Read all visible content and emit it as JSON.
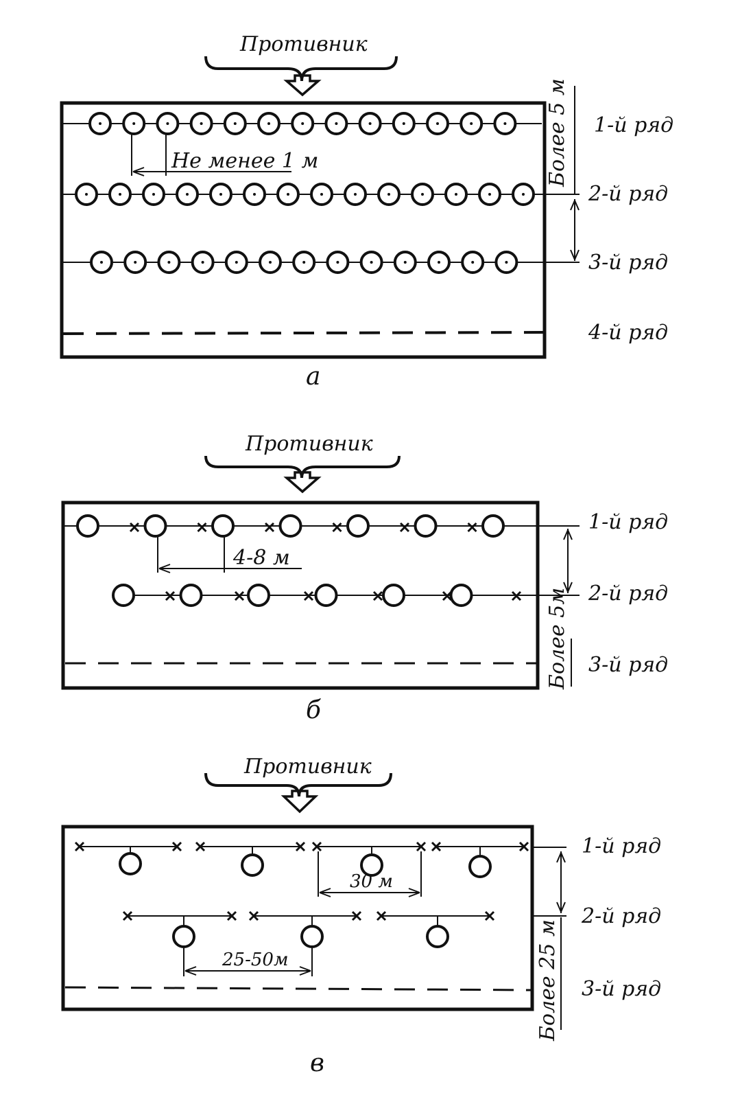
{
  "panels": [
    {
      "id": "a",
      "enemy_label": "Противник",
      "caption": "а",
      "rows": [
        "1-й ряд",
        "2-й ряд",
        "3-й ряд",
        "4-й ряд"
      ],
      "spacing_label": "Не менее 1 м",
      "depth_label": "Более 5 м"
    },
    {
      "id": "b",
      "enemy_label": "Противник",
      "caption": "б",
      "rows": [
        "1-й ряд",
        "2-й ряд",
        "3-й ряд"
      ],
      "spacing_label": "4-8 м",
      "depth_label": "Более 5м"
    },
    {
      "id": "c",
      "enemy_label": "Противник",
      "caption": "в",
      "rows": [
        "1-й ряд",
        "2-й ряд",
        "3-й ряд"
      ],
      "spacing_label_1": "30 м",
      "spacing_label_2": "25-50м",
      "depth_label": "Более 25 м"
    }
  ]
}
